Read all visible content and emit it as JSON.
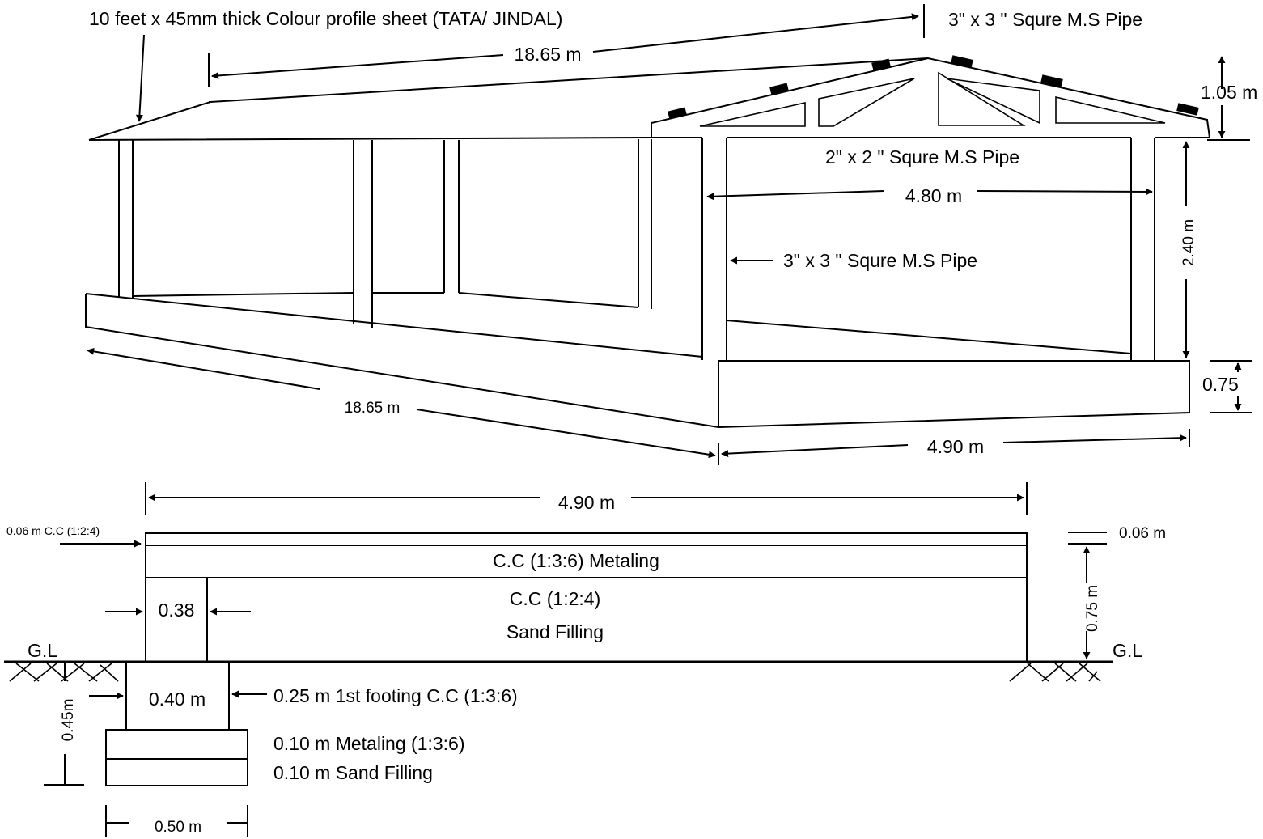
{
  "labels": {
    "sheet": "10 feet x 45mm thick Colour profile sheet (TATA/ JINDAL)",
    "pipe_top": "3\" x 3 \"  Squre M.S Pipe",
    "roof_length": "18.65 m",
    "rise": "1.05 m",
    "pipe_purlin": "2\" x 2 \"  Squre M.S Pipe",
    "span_inner": "4.80 m",
    "column_height": "2.40 m",
    "pipe_column": "3\" x 3 \"  Squre M.S Pipe",
    "plinth_height": "0.75",
    "base_length": "18.65 m",
    "base_width": "4.90 m"
  },
  "section": {
    "width": "4.90 m",
    "pcc_label": "0.06 m C.C (1:2:4)",
    "pcc_thick": "0.06 m",
    "metaling": "C.C (1:3:6) Metaling",
    "cc_fill": "C.C (1:2:4)",
    "sand_fill": "Sand Filling",
    "wall": "0.38",
    "plinth": "0.75 m",
    "gl_left": "G.L",
    "gl_right": "G.L",
    "footing_width": "0.40 m",
    "footing_label": "0.25 m 1st footing C.C (1:3:6)",
    "depth": "0.45m",
    "metaling_base": "0.10 m Metaling (1:3:6)",
    "sand_base": "0.10 m Sand Filling",
    "base_width": "0.50 m"
  },
  "colors": {
    "line": "#000000",
    "fill_grey": "#c4c4c4",
    "fill_light": "#d6d6d6"
  }
}
